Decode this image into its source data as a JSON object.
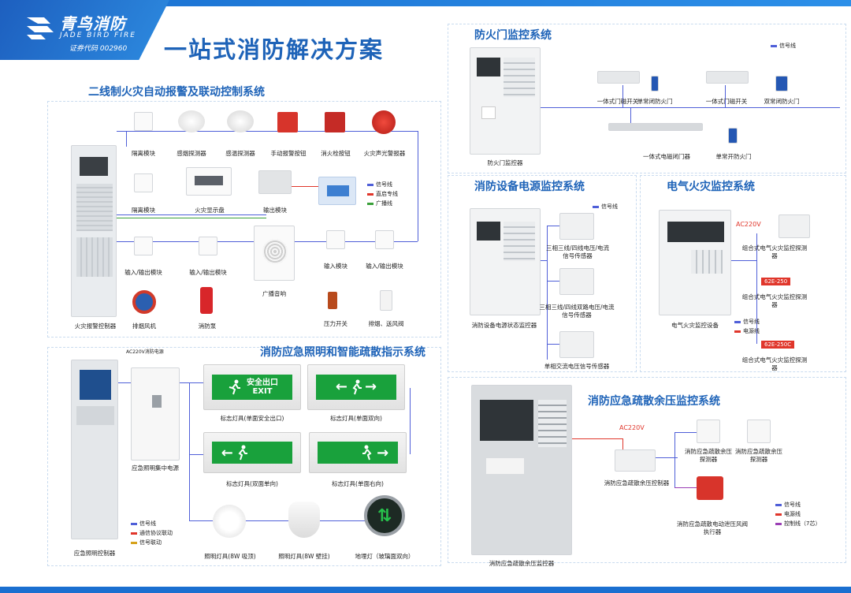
{
  "brand": {
    "name": "青鸟消防",
    "en": "JADE BIRD FIRE",
    "code": "证券代码 002960"
  },
  "title": "一站式消防解决方案",
  "sections": {
    "s1": "二线制火灾自动报警及联动控制系统",
    "s2": "消防应急照明和智能疏散指示系统",
    "s3": "防火门监控系统",
    "s4": "消防设备电源监控系统",
    "s5": "电气火灾监控系统",
    "s6": "消防应急疏散余压监控系统"
  },
  "s1_labels": {
    "row1": [
      "隔离模块",
      "感烟探测器",
      "感温探测器",
      "手动报警按钮",
      "消火栓按钮",
      "火灾声光警报器"
    ],
    "isolation2": "隔离模块",
    "display": "火灾显示盘",
    "output": "输出模块",
    "io1": "输入/输出模块",
    "io2": "输入/输出模块",
    "input": "输入模块",
    "io3": "输入/输出模块",
    "speaker": "广播音响",
    "fan": "排烟风机",
    "pump": "消防泵",
    "pressure": "压力开关",
    "valve": "排烟、送风阀",
    "controller": "火灾报警控制器"
  },
  "s1_legend": [
    "信号线",
    "直启专线",
    "广播线"
  ],
  "s2_labels": {
    "ac": "AC220V消防电源",
    "panel": "应急照明集中电源",
    "controller": "应急照明控制器",
    "sign1": "标志灯具(单面安全出口)",
    "sign2": "标志灯具(单面双向)",
    "sign3": "标志灯具(双面单向)",
    "sign4": "标志灯具(单面右向)",
    "light1": "照明灯具(8W 吸顶)",
    "light2": "照明灯具(8W 壁挂)",
    "floor": "地埋灯（玻璃面双向）",
    "exit_text": "安全出口",
    "exit_en": "EXIT"
  },
  "s2_legend": [
    "信号线",
    "通信协议联动",
    "信号联动"
  ],
  "s3_labels": {
    "controller": "防火门监控器",
    "mag1": "一体式门磁开关",
    "door1": "单常闭防火门",
    "mag2": "一体式门磁开关",
    "door2": "双常闭防火门",
    "closer": "一体式电磁闭门器",
    "door3": "单常开防火门",
    "legend": "信号线"
  },
  "s4_labels": {
    "monitor": "消防设备电源状态监控器",
    "s1": "三相三线/四线电压/电流信号传感器",
    "s2": "三相三线/四线双路电压/电流信号传感器",
    "s3": "单相交流电压信号传感器",
    "legend": "信号线"
  },
  "s5_labels": {
    "device": "电气火灾监控设备",
    "ac": "AC220V",
    "d1": "组合式电气火灾监控探测器",
    "tag2": "62E-250",
    "d2": "组合式电气火灾监控探测器",
    "tag3": "62E-250C",
    "d3": "组合式电气火灾监控探测器",
    "legend": [
      "信号线",
      "电源线"
    ]
  },
  "s6_labels": {
    "monitor": "消防应急疏散余压监控器",
    "ac": "AC220V",
    "controller": "消防应急疏散余压控制器",
    "p1": "消防应急疏散余压探测器",
    "p2": "消防应急疏散余压探测器",
    "actuator": "消防应急疏散电动泄压风阀执行器",
    "legend": [
      "信号线",
      "电源线",
      "控制线（7芯）"
    ]
  },
  "colors": {
    "brand": "#1e63b8",
    "signal": "#4f5fd8",
    "red": "#e0362b",
    "green": "#19a13c",
    "purple": "#9b3fb5"
  }
}
